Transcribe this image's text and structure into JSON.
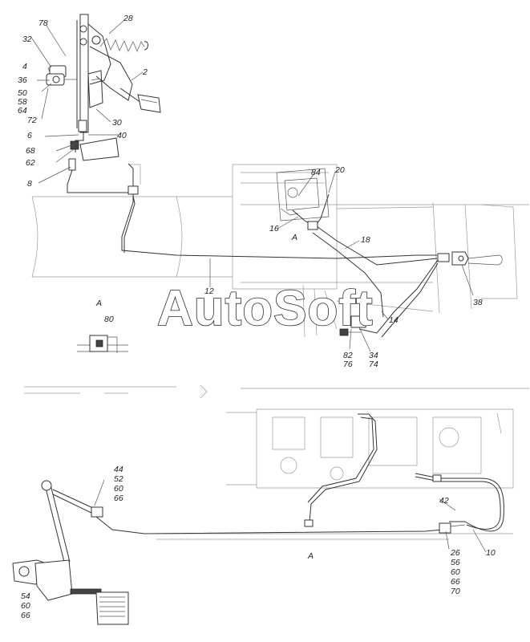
{
  "watermark": "AutoSoft",
  "callouts": {
    "c78": "78",
    "c28": "28",
    "c32": "32",
    "c4": "4",
    "c36": "36",
    "c2": "2",
    "c50": "50",
    "c58": "58",
    "c64": "64",
    "c72": "72",
    "c30": "30",
    "c6": "6",
    "c40": "40",
    "c68": "68",
    "c62": "62",
    "c8": "8",
    "c84": "84",
    "c20": "20",
    "c16": "16",
    "c18": "18",
    "c12": "12",
    "c38": "38",
    "c14": "14",
    "c82": "82",
    "c76": "76",
    "c34": "34",
    "c74": "74",
    "c80": "80",
    "c44": "44",
    "c52": "52",
    "c60a": "60",
    "c66a": "66",
    "c42": "42",
    "c10": "10",
    "c26": "26",
    "c56": "56",
    "c60b": "60",
    "c66b": "66",
    "c70": "70",
    "c54": "54",
    "c60c": "60",
    "c66c": "66"
  },
  "view_labels": {
    "a_top": "A",
    "a_view": "A",
    "a_bottom": "A"
  }
}
